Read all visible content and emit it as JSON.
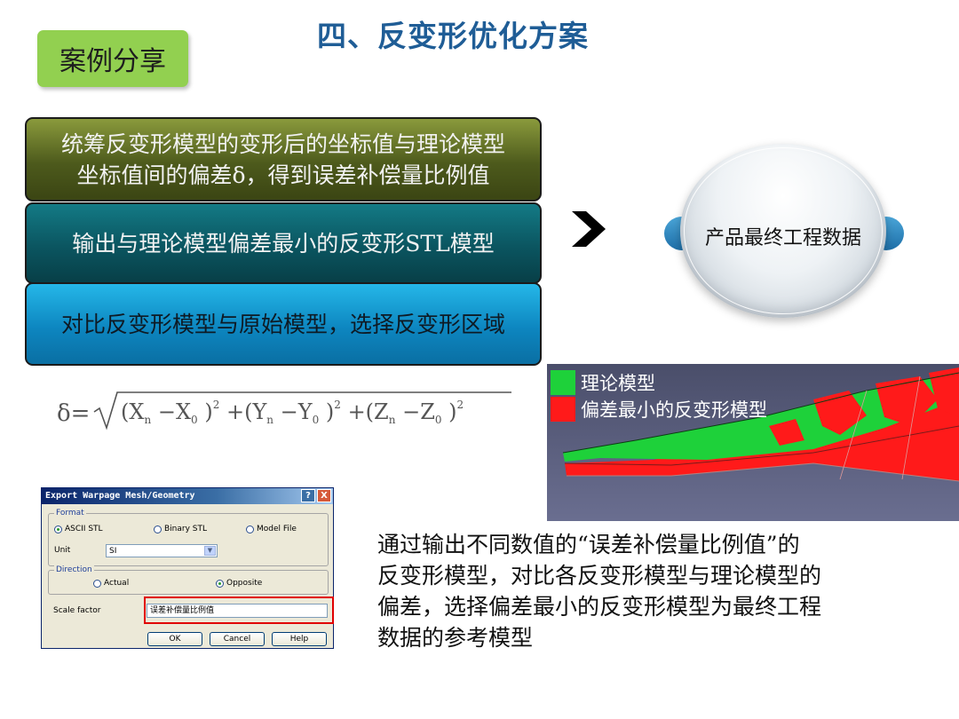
{
  "title": "四、反变形优化方案",
  "case_tag": "案例分享",
  "steps": [
    {
      "lines": [
        "统筹反变形模型的变形后的坐标值与理论模型",
        "坐标值间的偏差δ，得到误差补偿量比例值"
      ]
    },
    {
      "lines": [
        "输出与理论模型偏差最小的反变形STL模型"
      ]
    },
    {
      "lines": [
        "对比反变形模型与原始模型，选择反变形区域"
      ]
    }
  ],
  "result_orb": "产品最终工程数据",
  "formula": {
    "lhs": "δ=",
    "terms": [
      "(X",
      "n",
      "−X",
      "0",
      ")",
      "2",
      "+(Y",
      "n",
      "−Y",
      "0",
      ")",
      "2",
      "+(Z",
      "n",
      "−Z",
      "0",
      ")",
      "2"
    ]
  },
  "model_legend": [
    {
      "label": "理论模型",
      "color": "#1ed13a"
    },
    {
      "label": "偏差最小的反变形模型",
      "color": "#ff1a1a"
    }
  ],
  "dialog": {
    "title": "Export Warpage Mesh/Geometry",
    "format_group": "Format",
    "format_options": [
      "ASCII STL",
      "Binary STL",
      "Model File"
    ],
    "format_selected": "ASCII STL",
    "unit_label": "Unit",
    "unit_value": "SI",
    "direction_group": "Direction",
    "direction_options": [
      "Actual",
      "Opposite"
    ],
    "direction_selected": "Opposite",
    "scale_label": "Scale factor",
    "scale_value": "误差补偿量比例值",
    "buttons": [
      "OK",
      "Cancel",
      "Help"
    ],
    "help_btn": "?",
    "close_btn": "X"
  },
  "description_lines": [
    "通过输出不同数值的“误差补偿量比例值”的",
    "反变形模型，对比各反变形模型与理论模型的",
    "偏差，选择偏差最小的反变形模型为最终工程",
    "数据的参考模型"
  ],
  "colors": {
    "title": "#1f5d96",
    "case_tag_bg": "#92d050",
    "step1": "#4d5a1c",
    "step2": "#0b5560",
    "step3": "#0d86c0",
    "theory_green": "#1ed13a",
    "deform_red": "#ff1a1a"
  }
}
